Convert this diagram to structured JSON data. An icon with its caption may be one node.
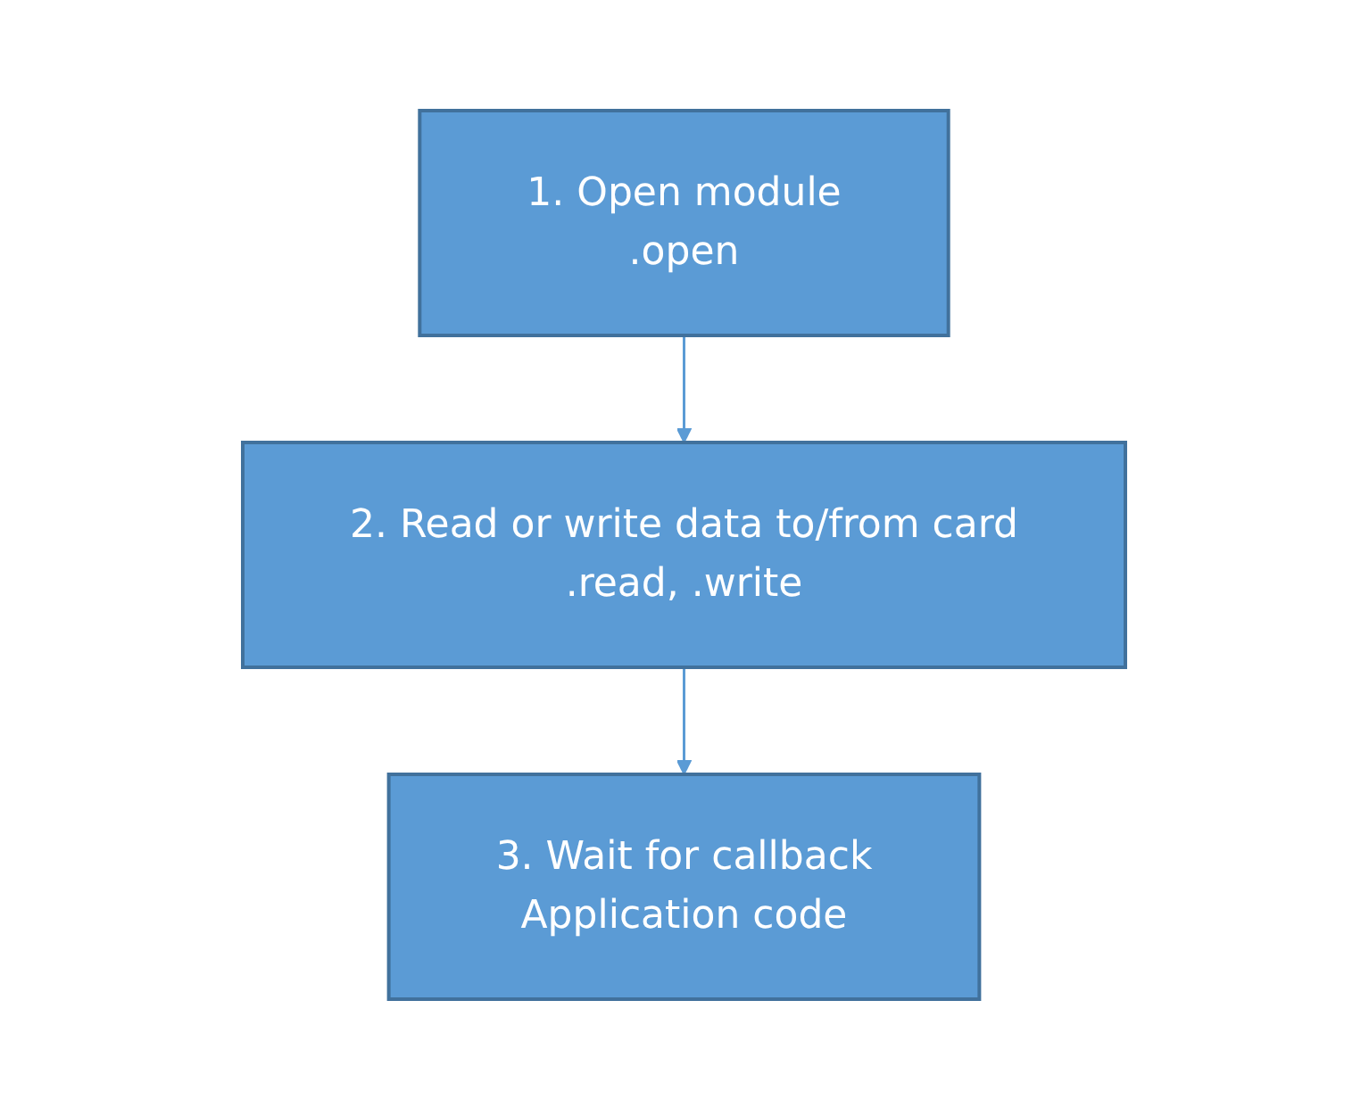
{
  "diagram": {
    "nodes": [
      {
        "text": [
          "1. Open module",
          ".open"
        ]
      },
      {
        "text": [
          "2. Read or write data to/from card",
          ".read, .write"
        ]
      },
      {
        "text": [
          "3. Wait for callback",
          "Application code"
        ]
      }
    ],
    "edges": [
      {
        "from": 0,
        "to": 1,
        "arrow": "to"
      },
      {
        "from": 1,
        "to": 2,
        "arrow": "to"
      }
    ]
  }
}
